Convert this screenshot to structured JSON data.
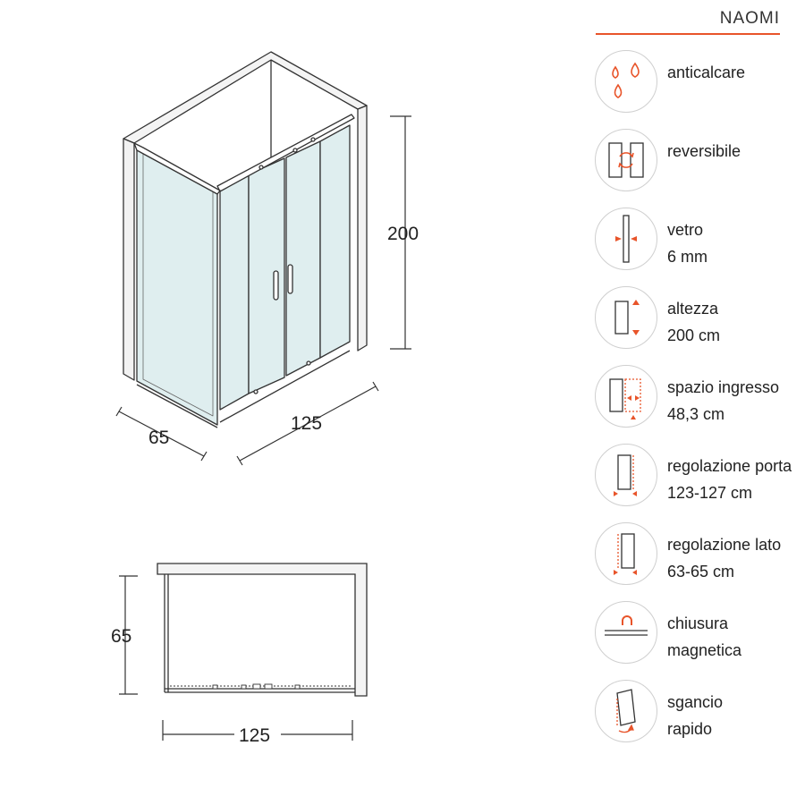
{
  "product": {
    "name": "NAOMI",
    "accent_color": "#e8542a",
    "line_color": "#333333",
    "glass_color": "#dfeeef"
  },
  "dimensions": {
    "iso_height": "200",
    "iso_depth": "65",
    "iso_width": "125",
    "plan_depth": "65",
    "plan_width": "125"
  },
  "features": [
    {
      "icon": "water-drops-icon",
      "line1": "anticalcare",
      "line2": ""
    },
    {
      "icon": "reversible-door-icon",
      "line1": "reversibile",
      "line2": ""
    },
    {
      "icon": "glass-thickness-icon",
      "line1": "vetro",
      "line2": "6 mm"
    },
    {
      "icon": "height-icon",
      "line1": "altezza",
      "line2": "200 cm"
    },
    {
      "icon": "entry-space-icon",
      "line1": "spazio ingresso",
      "line2": "48,3 cm"
    },
    {
      "icon": "door-adjust-icon",
      "line1": "regolazione porta",
      "line2": "123-127 cm"
    },
    {
      "icon": "side-adjust-icon",
      "line1": "regolazione lato",
      "line2": "63-65 cm"
    },
    {
      "icon": "magnetic-closure-icon",
      "line1": "chiusura",
      "line2": "magnetica"
    },
    {
      "icon": "quick-release-icon",
      "line1": "sgancio",
      "line2": "rapido"
    }
  ]
}
